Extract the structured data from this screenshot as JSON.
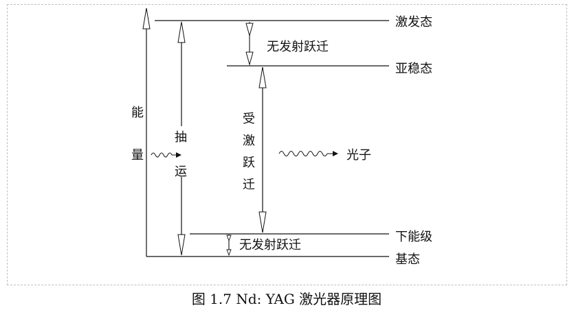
{
  "levels": {
    "excited": "激发态",
    "metastable": "亚稳态",
    "lower": "下能级",
    "ground": "基态"
  },
  "transitions": {
    "nonradiative_top": "无发射跃迁",
    "nonradiative_bottom": "无发射跃迁",
    "stimulated": [
      "受",
      "激",
      "跃",
      "迁"
    ],
    "pumping": [
      "抽",
      "运"
    ]
  },
  "axis": {
    "energy": [
      "能",
      "量"
    ]
  },
  "photon": "光子",
  "caption": "图 1.7 Nd: YAG 激光器原理图",
  "colors": {
    "stroke": "#111111",
    "frame": "#bdbdbd"
  }
}
